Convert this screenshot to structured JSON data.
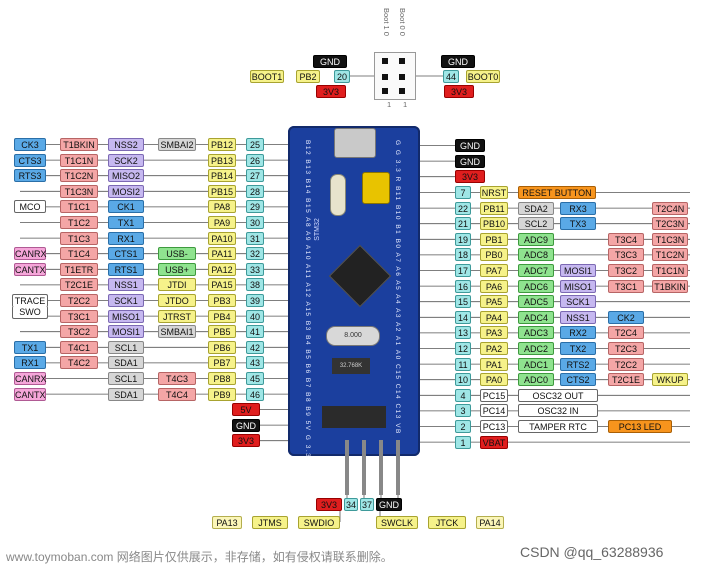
{
  "top": {
    "boot_header": "Boot 0 0",
    "boot_header2": "Boot 1 0",
    "pin_one_a": "1",
    "pin_one_b": "1",
    "left": [
      "GND",
      "BOOT1",
      "PB2",
      "20",
      "3V3"
    ],
    "right": [
      "GND",
      "44",
      "BOOT0",
      "3V3"
    ]
  },
  "left_rows": [
    {
      "labels": [
        "CK3",
        "T1BKIN",
        "NSS2",
        "SMBAI2",
        "PB12",
        "25"
      ],
      "colors": [
        "blue",
        "red",
        "lav",
        "gray",
        "yel",
        "cyan"
      ]
    },
    {
      "labels": [
        "CTS3",
        "T1C1N",
        "SCK2",
        "",
        "PB13",
        "26"
      ],
      "colors": [
        "blue",
        "red",
        "lav",
        "",
        "yel",
        "cyan"
      ]
    },
    {
      "labels": [
        "RTS3",
        "T1C2N",
        "MISO2",
        "",
        "PB14",
        "27"
      ],
      "colors": [
        "blue",
        "red",
        "lav",
        "",
        "yel",
        "cyan"
      ]
    },
    {
      "labels": [
        "",
        "T1C3N",
        "MOSI2",
        "",
        "PB15",
        "28"
      ],
      "colors": [
        "",
        "red",
        "lav",
        "",
        "yel",
        "cyan"
      ]
    },
    {
      "labels": [
        "MCO",
        "T1C1",
        "CK1",
        "",
        "PA8",
        "29"
      ],
      "colors": [
        "white",
        "red",
        "blue",
        "",
        "yel",
        "cyan"
      ]
    },
    {
      "labels": [
        "",
        "T1C2",
        "TX1",
        "",
        "PA9",
        "30"
      ],
      "colors": [
        "",
        "red",
        "blue",
        "",
        "yel",
        "cyan"
      ]
    },
    {
      "labels": [
        "",
        "T1C3",
        "RX1",
        "",
        "PA10",
        "31"
      ],
      "colors": [
        "",
        "red",
        "blue",
        "",
        "yel",
        "cyan"
      ]
    },
    {
      "labels": [
        "CANRX",
        "T1C4",
        "CTS1",
        "USB-",
        "PA11",
        "32"
      ],
      "colors": [
        "pink",
        "red",
        "blue",
        "green",
        "yel",
        "cyan"
      ]
    },
    {
      "labels": [
        "CANTX",
        "T1ETR",
        "RTS1",
        "USB+",
        "PA12",
        "33"
      ],
      "colors": [
        "pink",
        "red",
        "blue",
        "green",
        "yel",
        "cyan"
      ]
    },
    {
      "labels": [
        "",
        "T2C1E",
        "NSS1",
        "JTDI",
        "PA15",
        "38"
      ],
      "colors": [
        "",
        "red",
        "lav",
        "yel",
        "yel",
        "cyan"
      ]
    },
    {
      "labels": [
        "",
        "T2C2",
        "SCK1",
        "JTDO",
        "PB3",
        "39"
      ],
      "colors": [
        "",
        "red",
        "lav",
        "yel",
        "yel",
        "cyan"
      ]
    },
    {
      "labels": [
        "",
        "T3C1",
        "MISO1",
        "JTRST",
        "PB4",
        "40"
      ],
      "colors": [
        "",
        "red",
        "lav",
        "yel",
        "yel",
        "cyan"
      ]
    },
    {
      "labels": [
        "",
        "T3C2",
        "MOSI1",
        "SMBAI1",
        "PB5",
        "41"
      ],
      "colors": [
        "",
        "red",
        "lav",
        "gray",
        "yel",
        "cyan"
      ]
    },
    {
      "labels": [
        "TX1",
        "T4C1",
        "SCL1",
        "",
        "PB6",
        "42"
      ],
      "colors": [
        "blue",
        "red",
        "gray",
        "",
        "yel",
        "cyan"
      ]
    },
    {
      "labels": [
        "RX1",
        "T4C2",
        "SDA1",
        "",
        "PB7",
        "43"
      ],
      "colors": [
        "blue",
        "red",
        "gray",
        "",
        "yel",
        "cyan"
      ]
    },
    {
      "labels": [
        "CANRX",
        "",
        "SCL1",
        "T4C3",
        "PB8",
        "45"
      ],
      "colors": [
        "pink",
        "",
        "gray",
        "red",
        "yel",
        "cyan"
      ]
    },
    {
      "labels": [
        "CANTX",
        "",
        "SDA1",
        "T4C4",
        "PB9",
        "46"
      ],
      "colors": [
        "pink",
        "",
        "gray",
        "red",
        "yel",
        "cyan"
      ]
    }
  ],
  "trace": [
    "TRACE",
    "SWO"
  ],
  "left_power": [
    "5V",
    "GND",
    "3V3"
  ],
  "right_header": [
    "GND",
    "GND",
    "3V3"
  ],
  "right_rows": [
    {
      "pin": "7",
      "port": "NRST",
      "port_color": "yel",
      "alt": [
        "RESET BUTTON"
      ],
      "alt_colors": [
        "orange"
      ]
    },
    {
      "pin": "22",
      "port": "PB11",
      "port_color": "yel",
      "alt": [
        "SDA2",
        "RX3",
        "",
        "T2C4N"
      ],
      "alt_colors": [
        "gray",
        "blue",
        "",
        "red"
      ]
    },
    {
      "pin": "21",
      "port": "PB10",
      "port_color": "yel",
      "alt": [
        "SCL2",
        "TX3",
        "",
        "T2C3N"
      ],
      "alt_colors": [
        "gray",
        "blue",
        "",
        "red"
      ]
    },
    {
      "pin": "19",
      "port": "PB1",
      "port_color": "yel",
      "alt": [
        "ADC9",
        "",
        "T3C4",
        "T1C3N"
      ],
      "alt_colors": [
        "green",
        "",
        "red",
        "red"
      ]
    },
    {
      "pin": "18",
      "port": "PB0",
      "port_color": "yel",
      "alt": [
        "ADC8",
        "",
        "T3C3",
        "T1C2N"
      ],
      "alt_colors": [
        "green",
        "",
        "red",
        "red"
      ]
    },
    {
      "pin": "17",
      "port": "PA7",
      "port_color": "yel",
      "alt": [
        "ADC7",
        "MOSI1",
        "T3C2",
        "T1C1N"
      ],
      "alt_colors": [
        "green",
        "lav",
        "red",
        "red"
      ]
    },
    {
      "pin": "16",
      "port": "PA6",
      "port_color": "yel",
      "alt": [
        "ADC6",
        "MISO1",
        "T3C1",
        "T1BKIN"
      ],
      "alt_colors": [
        "green",
        "lav",
        "red",
        "red"
      ]
    },
    {
      "pin": "15",
      "port": "PA5",
      "port_color": "yel",
      "alt": [
        "ADC5",
        "SCK1"
      ],
      "alt_colors": [
        "green",
        "lav"
      ]
    },
    {
      "pin": "14",
      "port": "PA4",
      "port_color": "yel",
      "alt": [
        "ADC4",
        "NSS1",
        "CK2"
      ],
      "alt_colors": [
        "green",
        "lav",
        "blue"
      ]
    },
    {
      "pin": "13",
      "port": "PA3",
      "port_color": "yel",
      "alt": [
        "ADC3",
        "RX2",
        "T2C4"
      ],
      "alt_colors": [
        "green",
        "blue",
        "red"
      ]
    },
    {
      "pin": "12",
      "port": "PA2",
      "port_color": "yel",
      "alt": [
        "ADC2",
        "TX2",
        "T2C3"
      ],
      "alt_colors": [
        "green",
        "blue",
        "red"
      ]
    },
    {
      "pin": "11",
      "port": "PA1",
      "port_color": "yel",
      "alt": [
        "ADC1",
        "RTS2",
        "T2C2"
      ],
      "alt_colors": [
        "green",
        "blue",
        "red"
      ]
    },
    {
      "pin": "10",
      "port": "PA0",
      "port_color": "yel",
      "alt": [
        "ADC0",
        "CTS2",
        "T2C1E",
        "WKUP"
      ],
      "alt_colors": [
        "green",
        "blue",
        "red",
        "yel"
      ]
    },
    {
      "pin": "4",
      "port": "PC15",
      "port_color": "white",
      "alt": [
        "OSC32 OUT"
      ],
      "alt_colors": [
        "white"
      ]
    },
    {
      "pin": "3",
      "port": "PC14",
      "port_color": "white",
      "alt": [
        "OSC32 IN"
      ],
      "alt_colors": [
        "white"
      ]
    },
    {
      "pin": "2",
      "port": "PC13",
      "port_color": "white",
      "alt": [
        "TAMPER RTC",
        "PC13 LED"
      ],
      "alt_colors": [
        "white",
        "orange"
      ]
    },
    {
      "pin": "1",
      "port": "VBAT",
      "port_color": "dred",
      "alt": [],
      "alt_colors": []
    }
  ],
  "board": {
    "left_pins": "B12 B13 B14 B15 A8 A9 A10 A11 A12 A15 B3 B4 B5 B6 B7 B8 B9 5V G 3.3",
    "right_pins": "G G 3.3 R B11 B10 B1 B0 A7 A6 A5 A4 A3 A2 A1 A0 C15 C14 C13 VB",
    "chip_text": "STM32",
    "crystal_text": "8.000",
    "mini_crystal": "32.768K"
  },
  "bottom": {
    "row1": [
      "3V3",
      "34",
      "37",
      "GND"
    ],
    "row2": [
      "PA13",
      "JTMS",
      "SWDIO",
      "SWCLK",
      "JTCK",
      "PA14"
    ]
  },
  "watermark_left": "www.toymoban.com 网络图片仅供展示，非存储，如有侵权请联系删除。",
  "watermark_right": "CSDN @qq_63288936",
  "colors": {
    "board": "#1b3f9e",
    "blue": "#5aa9e6",
    "red": "#f4a6a6",
    "lav": "#c6b8f0",
    "gray": "#d6d6d6",
    "yel": "#f6f28a",
    "cyan": "#9fe6e6",
    "green": "#8fe38f",
    "pink": "#f5a6d9",
    "black": "#111111",
    "dred": "#e01e1e",
    "orange": "#f7941d",
    "white": "#ffffff"
  }
}
